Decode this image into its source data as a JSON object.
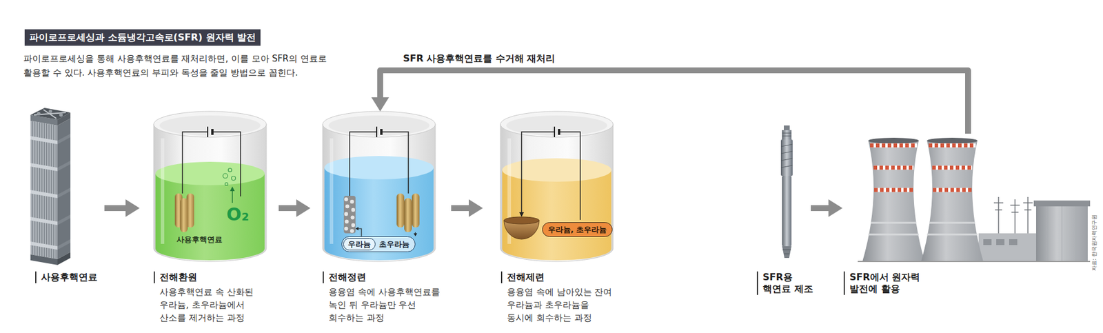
{
  "diagram": {
    "title": "파이로프로세싱과 소듐냉각고속로(SFR) 원자력 발전",
    "caption": "파이로프로세싱을 통해 사용후핵연료를 재처리하면, 이를 모아 SFR의 연료로 활용할 수 있다. 사용후핵연료의 부피와 독성을 줄일 방법으로 꼽힌다.",
    "nodes": [
      {
        "text": [
          "사용후핵연료"
        ]
      },
      {
        "text": [
          "전해환원",
          "사용후핵연료 속 산화된 우라늄, 초우라늄에서 산소를 제거하는 과정"
        ]
      },
      {
        "text": [
          "전해정련",
          "용융염 속에 사용후핵연료를 녹인 뒤 우라늄만 우선 회수하는 과정"
        ]
      },
      {
        "text": [
          "초우라늄"
        ],
        "in": 2
      },
      {
        "text": [
          "우라늄"
        ],
        "in": 3
      },
      {
        "text": [
          "전해제련",
          "용융염 속에 남아있는 잔여 우라늄과 초우라늄을 동시에 회수하는 과정"
        ]
      },
      {
        "text": [
          "우라늄, 초우라늄"
        ],
        "in": 5
      },
      {
        "text": [
          "SFR용 핵연료 제조"
        ]
      },
      {
        "text": [
          "SFR에서 원자력 발전에 활용"
        ]
      }
    ],
    "edges": [
      {
        "from": 0,
        "to": 1,
        "arrow": "to"
      },
      {
        "from": 1,
        "to": 2,
        "arrow": "to"
      },
      {
        "from": 2,
        "to": 5,
        "arrow": "to"
      },
      {
        "from": 7,
        "to": 8,
        "arrow": "to"
      },
      {
        "from": 8,
        "to": 2,
        "label": "SFR 사용후핵연료를 수거해 재처리",
        "arrow": "to"
      }
    ],
    "labels": [
      "사용후핵연료",
      "O₂",
      "자료: 한국원자력연구원"
    ]
  }
}
